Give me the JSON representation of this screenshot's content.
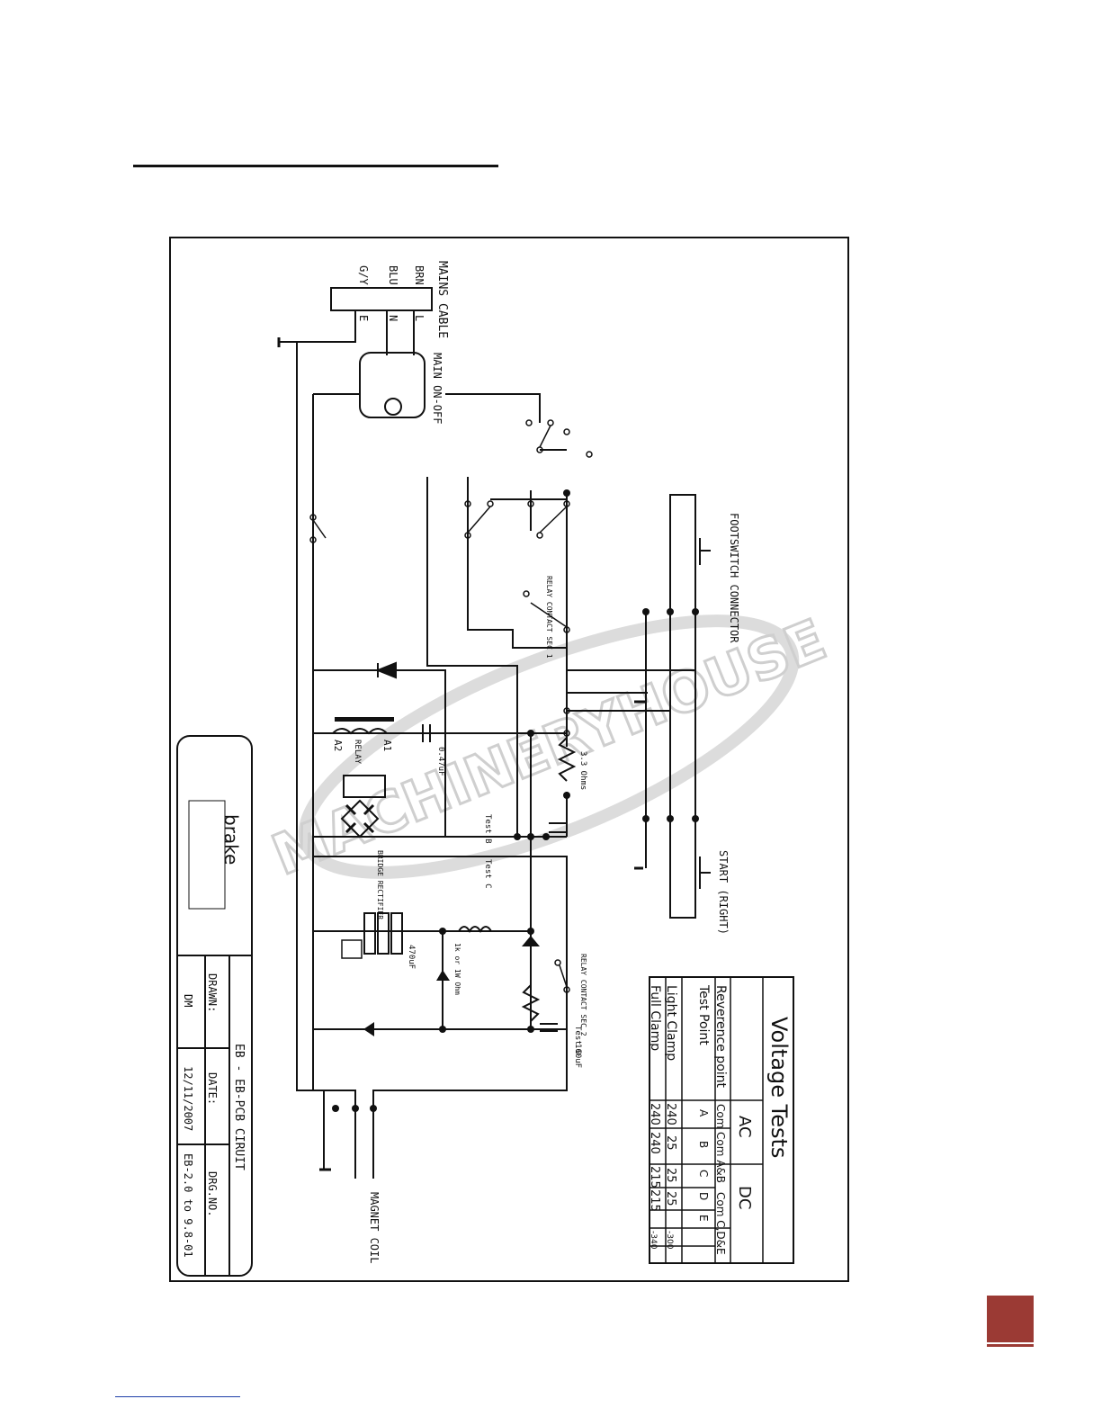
{
  "labels": {
    "mains_cable": "MAINS CABLE",
    "wire_gy": "G/Y",
    "wire_blu": "BLU",
    "wire_brn": "BRN",
    "term_e": "E",
    "term_n": "N",
    "term_l": "L",
    "main_switch": "MAIN ON-OFF",
    "footswitch": "FOOTSWITCH CONNECTOR",
    "start": "START (RIGHT)",
    "magnet": "MAGNET COIL",
    "test_c": "Test C",
    "test_b": "Test B",
    "test_d": "Test D",
    "relay": "RELAY",
    "a1": "A1",
    "a2": "A2",
    "bridge_rectifier": "BRIDGE RECTIFIER",
    "cap_470": "470uF",
    "cap_160": "160uF",
    "cap_047": "0.47uF",
    "resistor_33": "3.3 Ohms",
    "resistor_1k": "1k or 1W Ohm",
    "relay_contact_1": "RELAY CONTACT SEC 1",
    "relay_contact_2": "RELAY CONTACT SEC 2",
    "watermark": "MACHINERYHOUSE"
  },
  "voltage_table": {
    "title": "Voltage Tests",
    "ac": "AC",
    "dc": "DC",
    "reference_label": "Reverence point",
    "test_point_label": "Test Point",
    "references": [
      "Com",
      "Com A&B",
      "Com C,D&E"
    ],
    "columns": [
      "A",
      "B",
      "C",
      "D",
      "E"
    ],
    "rows": [
      {
        "label": "Light Clamp",
        "values": [
          "240",
          "25",
          "25",
          "25",
          "-300"
        ]
      },
      {
        "label": "Full Clamp",
        "values": [
          "240",
          "240",
          "215",
          "215",
          "-340"
        ]
      }
    ]
  },
  "title_block": {
    "brand": "brake",
    "title": "EB - EB-PCB CIRUIT",
    "drawn_label": "DRAWN:",
    "date_label": "DATE:",
    "dwg_label": "DRG.NO.",
    "drawn": "DM",
    "date": "12/11/2007",
    "dwg": "EB-2.0 to 9.8-01"
  }
}
